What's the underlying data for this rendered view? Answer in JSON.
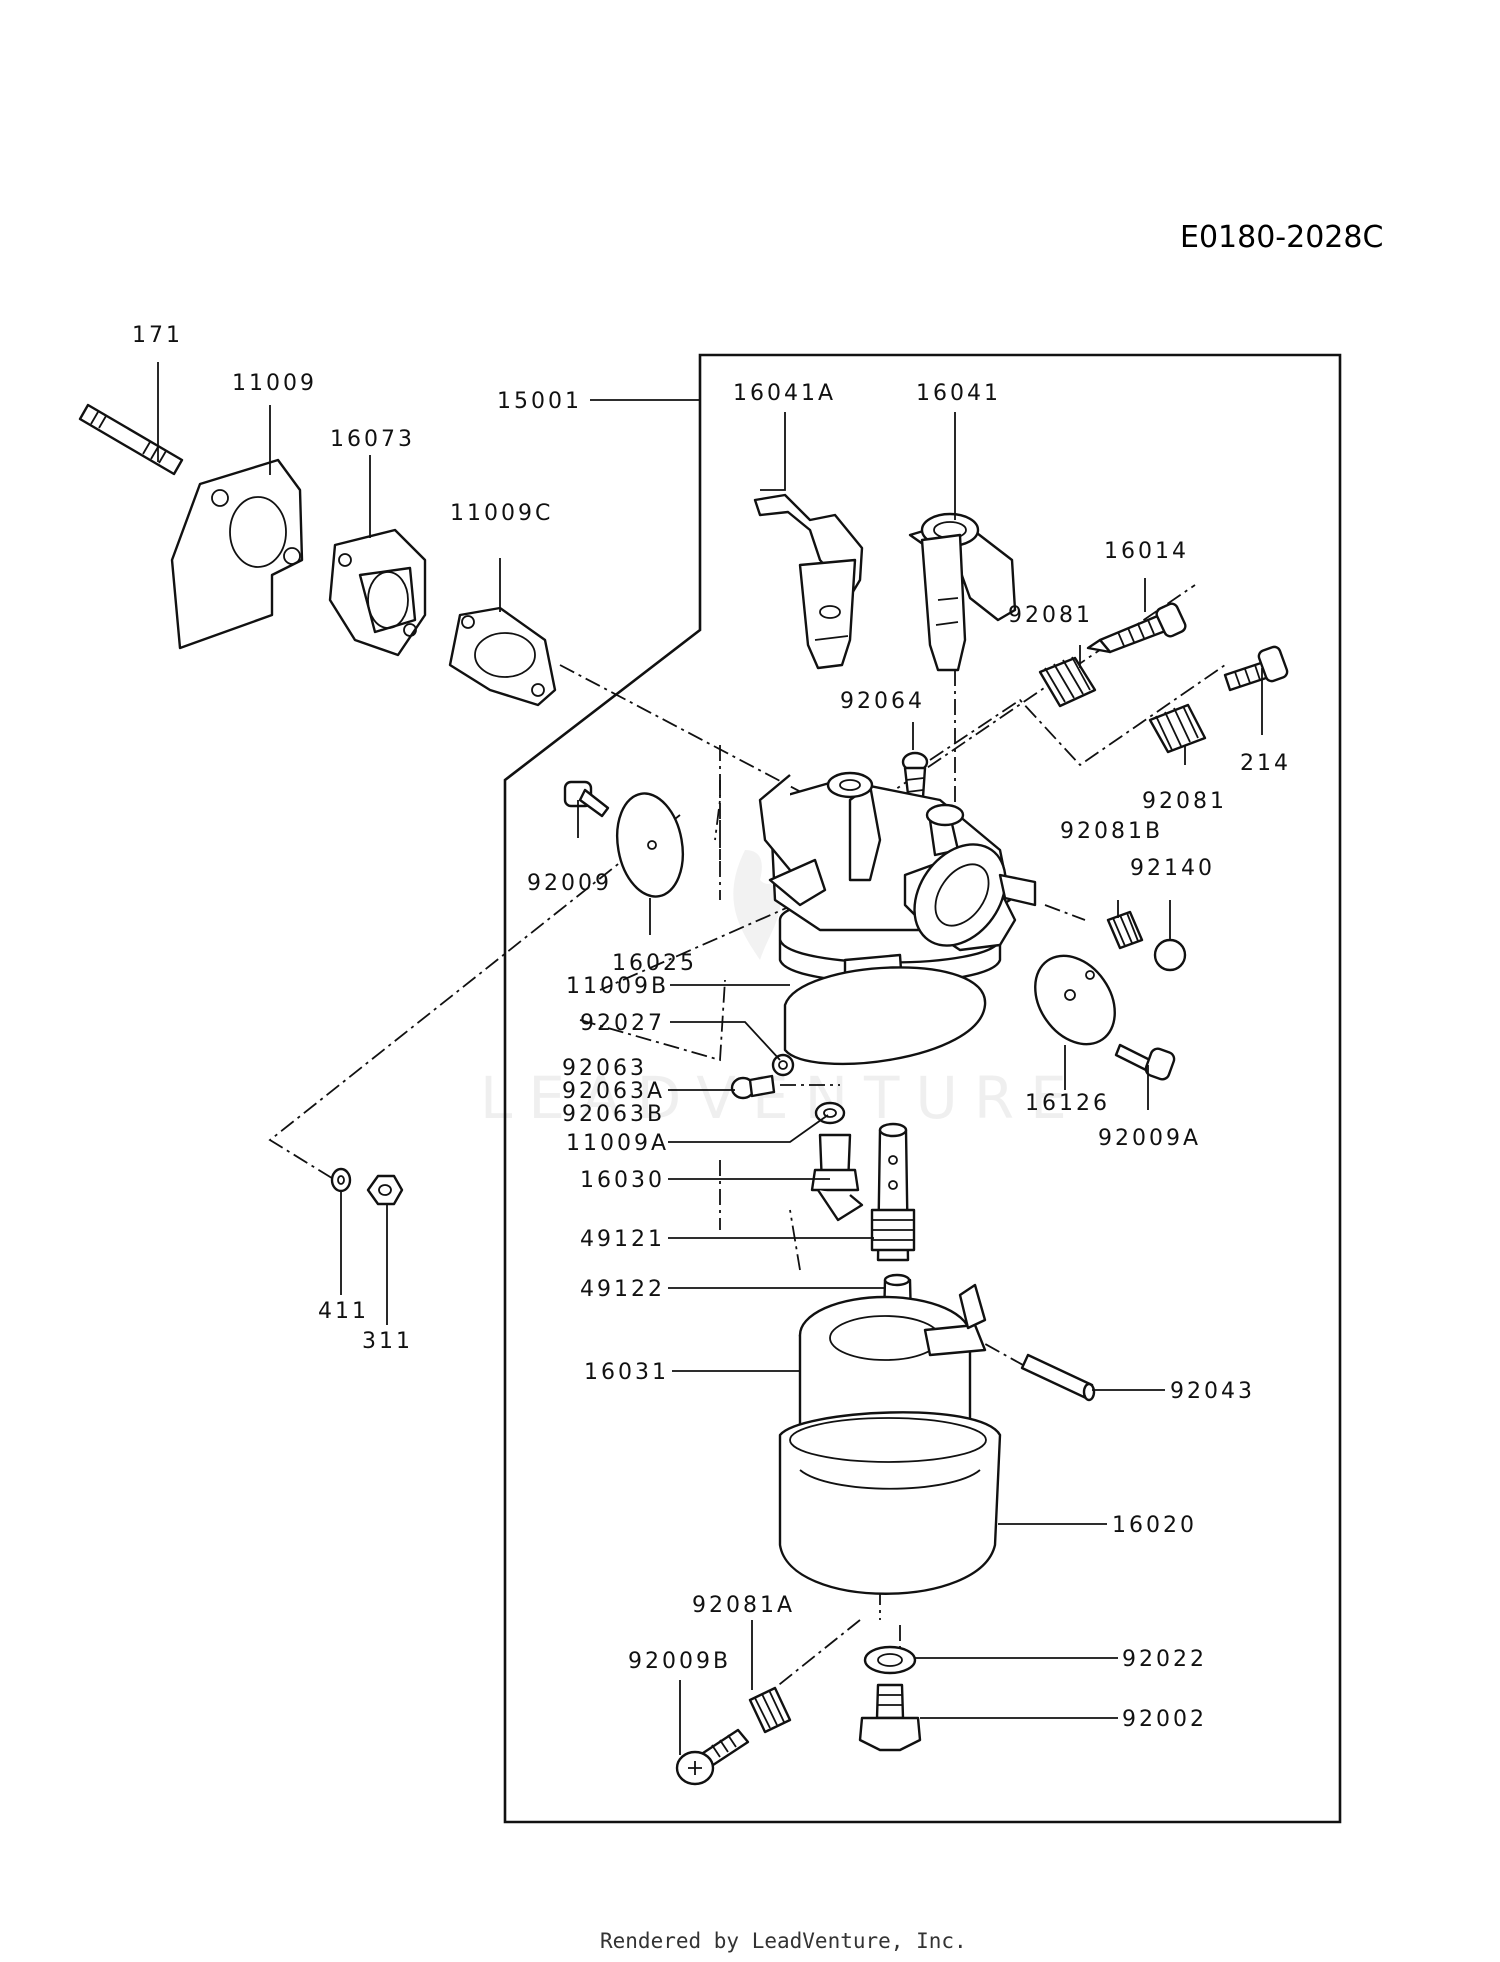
{
  "diagram_code": "E0180-2028C",
  "credit": "Rendered by LeadVenture, Inc.",
  "watermark": "LEADVENTURE",
  "callouts": {
    "p171": "171",
    "p11009": "11009",
    "p16073": "16073",
    "p11009c": "11009C",
    "p15001": "15001",
    "p16041a": "16041A",
    "p16041": "16041",
    "p16014": "16014",
    "p92081_top": "92081",
    "p92064": "92064",
    "p214": "214",
    "p92081_mid": "92081",
    "p92081b": "92081B",
    "p92140": "92140",
    "p92009": "92009",
    "p16025": "16025",
    "p11009b": "11009B",
    "p92027": "92027",
    "p92063": "92063",
    "p92063a": "92063A",
    "p92063b": "92063B",
    "p11009a": "11009A",
    "p16030": "16030",
    "p16126": "16126",
    "p92009a": "92009A",
    "p49121": "49121",
    "p49122": "49122",
    "p411": "411",
    "p311": "311",
    "p16031": "16031",
    "p92043": "92043",
    "p16020": "16020",
    "p92081a": "92081A",
    "p92009b": "92009B",
    "p92022": "92022",
    "p92002": "92002"
  }
}
